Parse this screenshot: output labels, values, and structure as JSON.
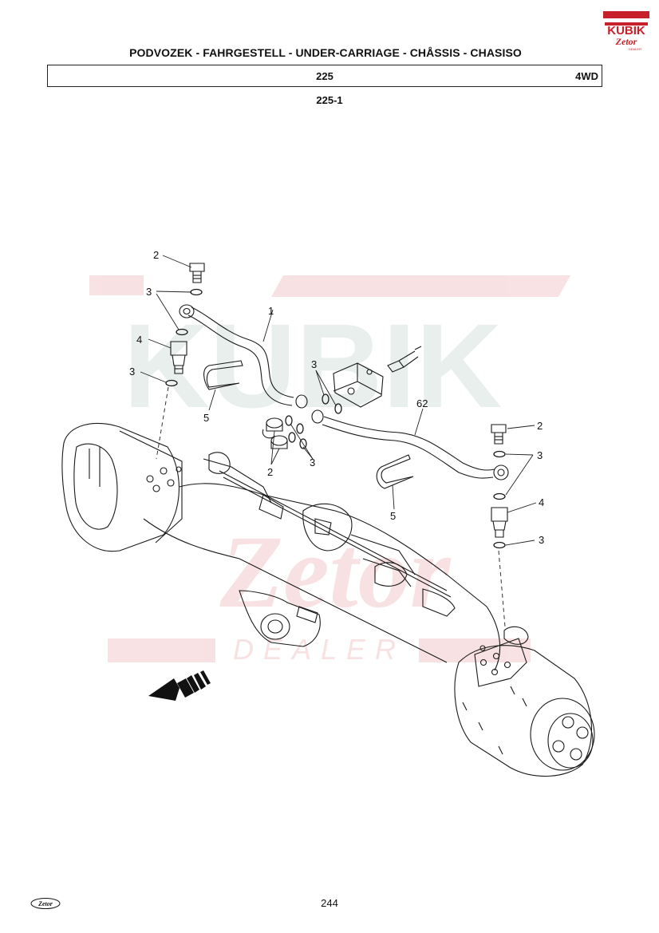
{
  "header": {
    "title": "PODVOZEK - FAHRGESTELL - UNDER-CARRIAGE - CHÅSSIS - CHASISO",
    "section": "225",
    "variant": "4WD",
    "figure": "225-1"
  },
  "brand": {
    "logo_top": "KUBIK",
    "logo_bottom": "Zetor",
    "logo_tag": "DEALER",
    "watermark_main": "KUBIK",
    "watermark_sub": "Zetor",
    "watermark_dealer": "DEALER",
    "accent_color": "#c8202a"
  },
  "callouts": {
    "c2a": "2",
    "c3a": "3",
    "c4a": "4",
    "c3b": "3",
    "c5a": "5",
    "c1": "1",
    "c3c": "3",
    "c2b": "2",
    "c3d": "3",
    "c62": "62",
    "c5b": "5",
    "c2c": "2",
    "c3e": "3",
    "c4b": "4",
    "c3f": "3"
  },
  "footer": {
    "page": "244",
    "logo": "Zetor"
  }
}
